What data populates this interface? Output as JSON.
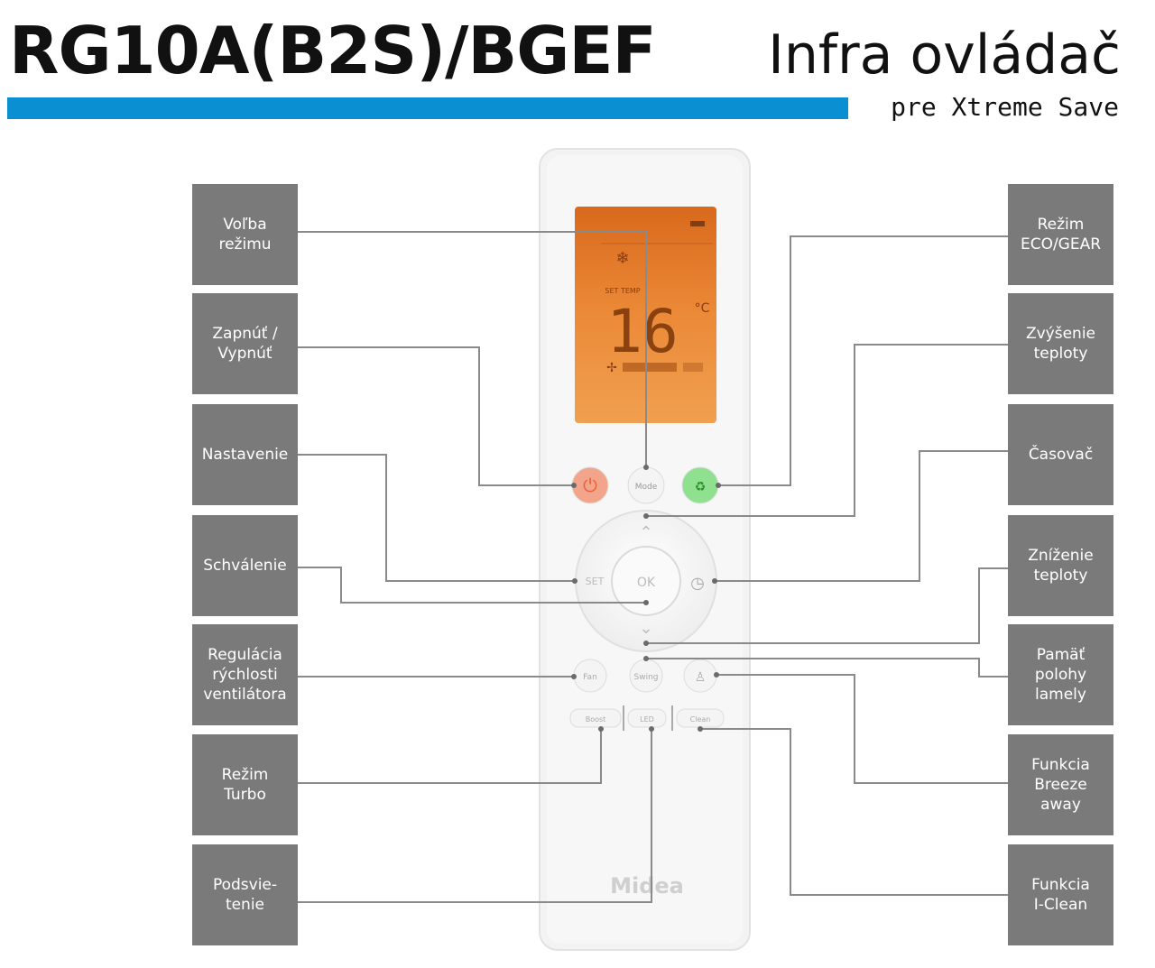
{
  "header": {
    "model": "RG10A(B2S)/BGEF",
    "title": "Infra ovládač",
    "subtitle": "pre Xtreme Save"
  },
  "remote": {
    "display_temp": "16",
    "display_unit": "°C",
    "display_settemp_label": "SET TEMP",
    "brand": "Midea",
    "buttons": {
      "mode": "Mode",
      "set": "SET",
      "ok": "OK",
      "fan": "Fan",
      "swing": "Swing",
      "boost": "Boost",
      "led": "LED",
      "clean": "Clean"
    }
  },
  "callouts_left": [
    {
      "text": "Voľba\nrežimu"
    },
    {
      "text": "Zapnúť /\nVypnúť"
    },
    {
      "text": "Nastavenie"
    },
    {
      "text": "Schválenie"
    },
    {
      "text": "Regulácia\nrýchlosti\nventilátora"
    },
    {
      "text": "Režim\nTurbo"
    },
    {
      "text": "Podsvie-\ntenie"
    }
  ],
  "callouts_right": [
    {
      "text": "Režim\nECO/GEAR"
    },
    {
      "text": "Zvýšenie\nteploty"
    },
    {
      "text": "Časovač"
    },
    {
      "text": "Zníženie\nteploty"
    },
    {
      "text": "Pamäť\npolohy\nlamely"
    },
    {
      "text": "Funkcia\nBreeze\naway"
    },
    {
      "text": "Funkcia\nI-Clean"
    }
  ],
  "colors": {
    "accent_bar": "#0a8fd2",
    "callout_bg": "#7a7a7a",
    "lcd": "#e07a25",
    "power_button": "#f2a58a",
    "eco_button": "#8fe08f"
  }
}
